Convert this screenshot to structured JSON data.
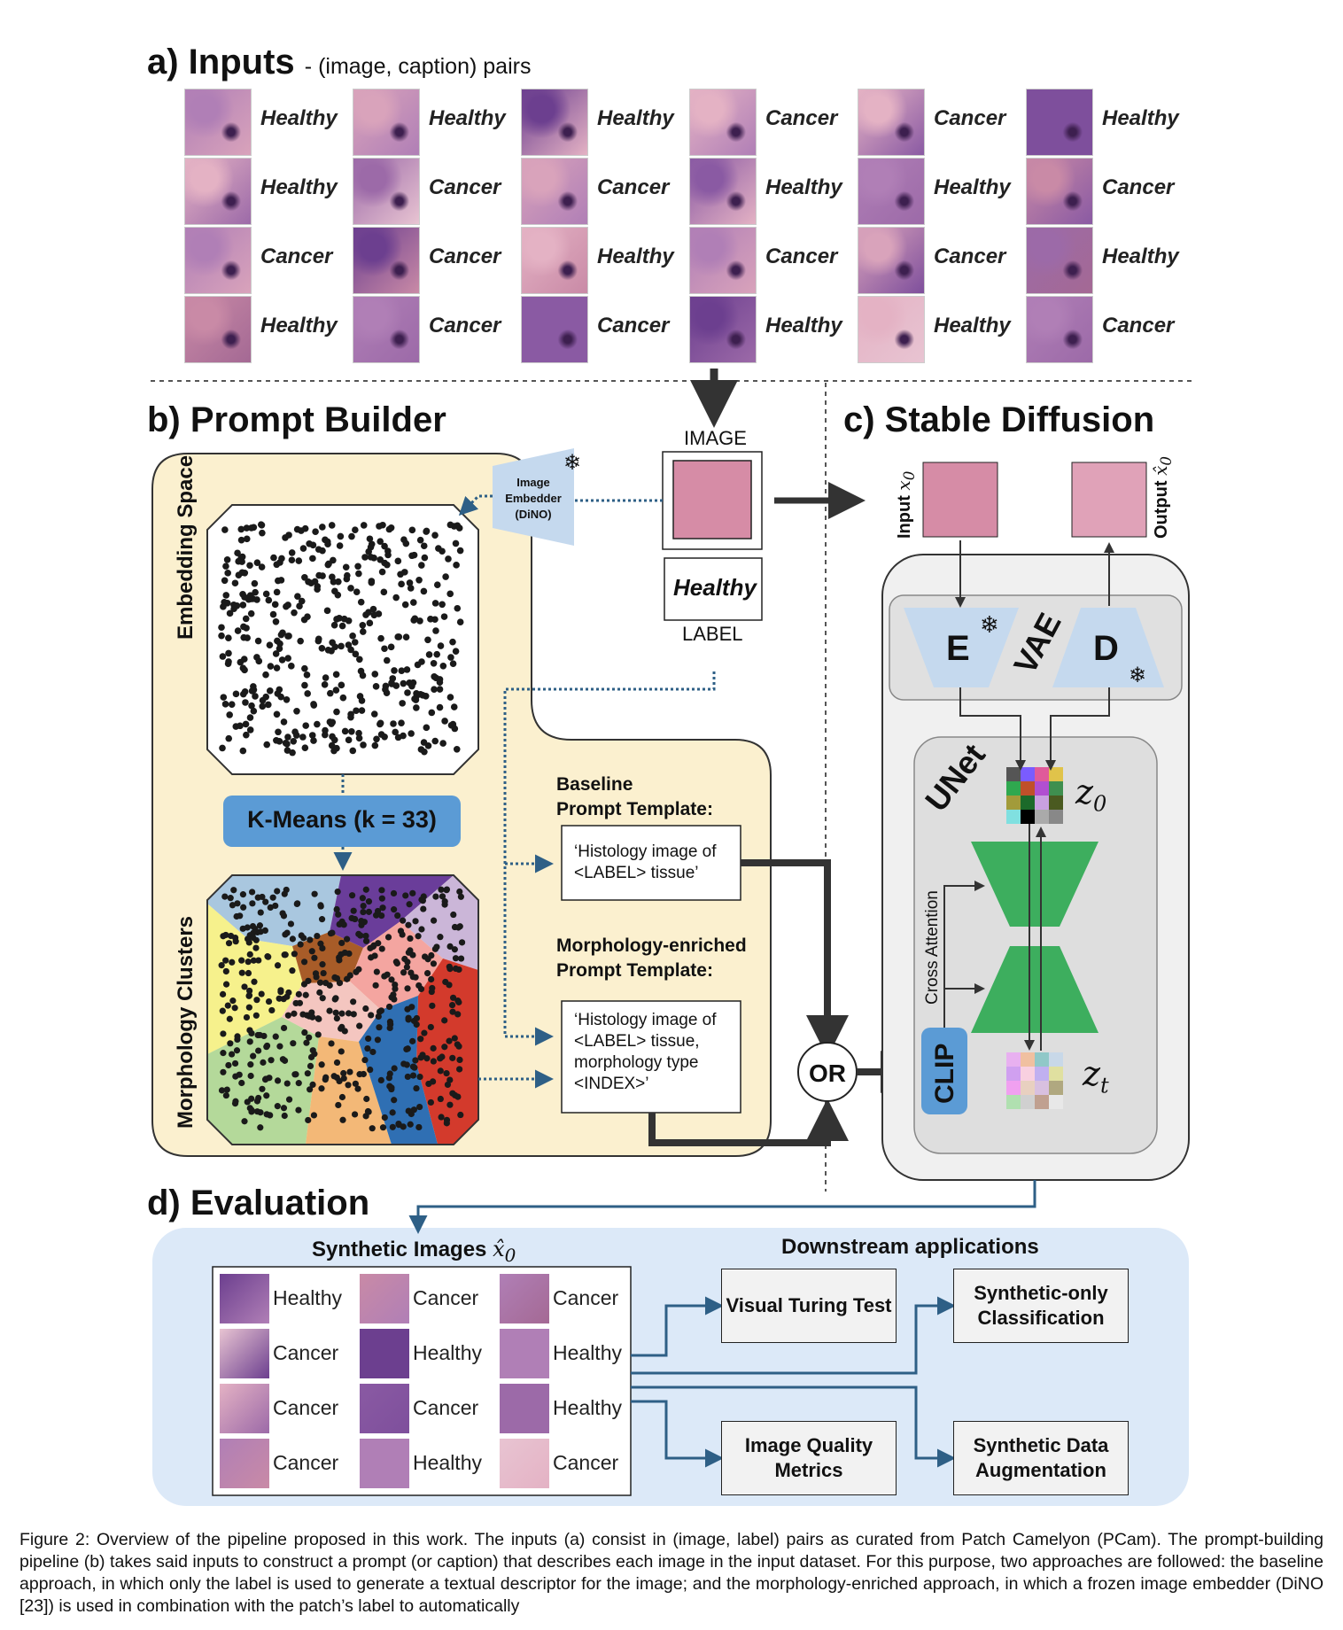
{
  "sections": {
    "a_title": "a) Inputs",
    "a_subtitle": "- (image, caption) pairs",
    "b_title": "b) Prompt Builder",
    "c_title": "c) Stable Diffusion",
    "d_title": "d) Evaluation"
  },
  "inputs_grid": [
    [
      "Healthy",
      "Healthy",
      "Cancer",
      "Healthy"
    ],
    [
      "Healthy",
      "Cancer",
      "Cancer",
      "Cancer"
    ],
    [
      "Healthy",
      "Cancer",
      "Healthy",
      "Cancer"
    ],
    [
      "Cancer",
      "Healthy",
      "Cancer",
      "Healthy"
    ],
    [
      "Cancer",
      "Healthy",
      "Cancer",
      "Healthy"
    ],
    [
      "Healthy",
      "Cancer",
      "Healthy",
      "Cancer"
    ]
  ],
  "prompt_builder": {
    "image_label": "IMAGE",
    "label_label": "LABEL",
    "label_value": "Healthy",
    "embedder": [
      "Image",
      "Embedder",
      "(DiNO)"
    ],
    "embedding_space": "Embedding Space",
    "kmeans": "K-Means (k = 33)",
    "morphology_clusters": "Morphology Clusters",
    "baseline_heading": [
      "Baseline",
      "Prompt Template:"
    ],
    "baseline_template": [
      "‘Histology image of",
      "<LABEL> tissue’"
    ],
    "morph_heading": [
      "Morphology-enriched",
      "Prompt Template:"
    ],
    "morph_template": [
      "‘Histology image of",
      "<LABEL> tissue,",
      "morphology type",
      "<INDEX>’"
    ],
    "or": "OR"
  },
  "stable_diffusion": {
    "input_label": "Input",
    "output_label": "Output",
    "encoder": "E",
    "decoder": "D",
    "vae": "VAE",
    "unet": "UNet",
    "z0": "z",
    "z0_sub": "0",
    "zt": "z",
    "zt_sub": "t",
    "cross_attention": "Cross Attention",
    "clip": "CLIP"
  },
  "evaluation": {
    "synthetic_images_title": "Synthetic Images",
    "downstream_title": "Downstream applications",
    "synthetic_grid": [
      [
        "Healthy",
        "Cancer",
        "Cancer",
        "Cancer"
      ],
      [
        "Cancer",
        "Healthy",
        "Cancer",
        "Healthy"
      ],
      [
        "Cancer",
        "Healthy",
        "Healthy",
        "Cancer"
      ]
    ],
    "apps": [
      "Visual Turing Test",
      "Synthetic-only Classification",
      "Image Quality Metrics",
      "Synthetic Data Augmentation"
    ]
  },
  "caption": "Figure 2: Overview of the pipeline proposed in this work. The inputs (a) consist in (image, label) pairs as curated from Patch Camelyon (PCam). The prompt-building pipeline (b) takes said inputs to construct a prompt (or caption) that describes each image in the input dataset. For this purpose, two approaches are followed: the baseline approach, in which only the label is used to generate a textual descriptor for the image; and the morphology-enriched approach, in which a frozen image embedder (DiNO [23]) is used in combination with the patch’s label to automatically",
  "colors": {
    "prompt_panel": "#fbf0cf",
    "diffusion_panel": "#f0f0f0",
    "evaluation_panel": "#dce9f8",
    "kmeans_box": "#5b9bd5",
    "embedder": "#c5d9ee",
    "unet_green": "#3dae5e",
    "clip_blue": "#5b9bd5",
    "arrow_dark": "#333333",
    "arrow_blue": "#2e5f86"
  }
}
